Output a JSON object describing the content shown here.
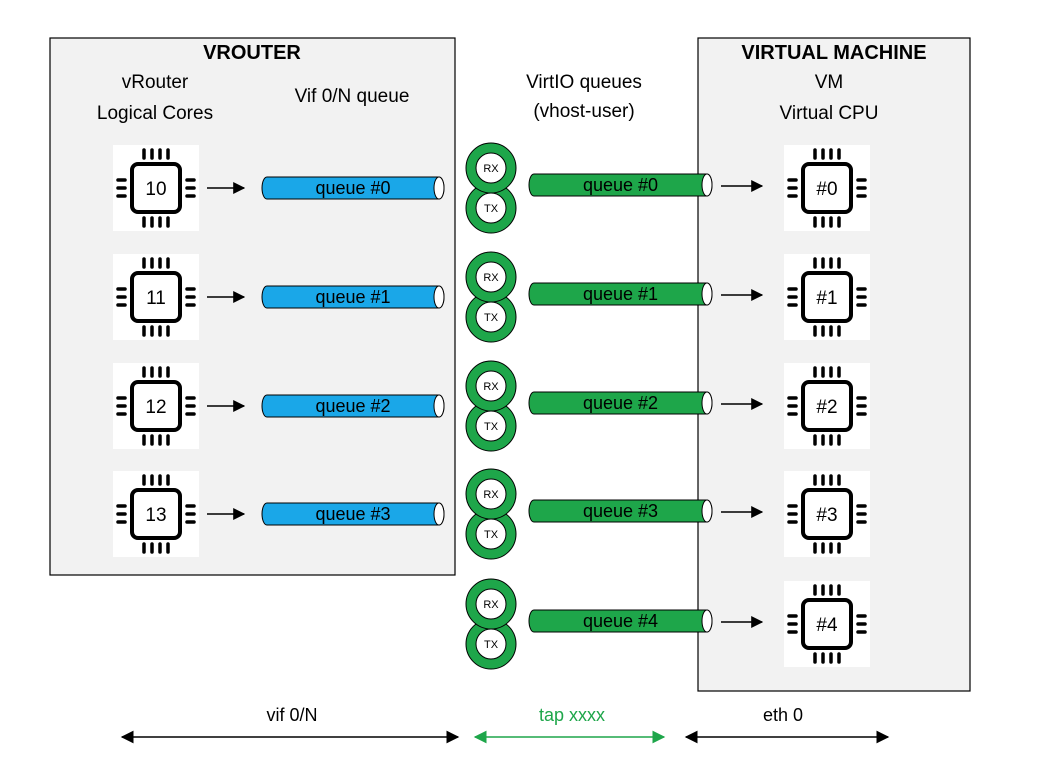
{
  "vrouter": {
    "title": "VROUTER",
    "cores_label_line1": "vRouter",
    "cores_label_line2": "Logical Cores",
    "queue_column_label": "Vif 0/N queue",
    "cores": [
      "10",
      "11",
      "12",
      "13"
    ],
    "queues": [
      "queue #0",
      "queue #1",
      "queue #2",
      "queue #3"
    ]
  },
  "virtio": {
    "label_line1": "VirtIO queues",
    "label_line2": "(vhost-user)",
    "rx_label": "RX",
    "tx_label": "TX",
    "queues": [
      "queue #0",
      "queue #1",
      "queue #2",
      "queue #3",
      "queue #4"
    ]
  },
  "vm": {
    "title": "VIRTUAL MACHINE",
    "label_line1": "VM",
    "label_line2": "Virtual CPU",
    "cpus": [
      "#0",
      "#1",
      "#2",
      "#3",
      "#4"
    ]
  },
  "bottom": {
    "vif_label": "vif 0/N",
    "tap_label": "tap xxxx",
    "eth_label": "eth 0"
  },
  "colors": {
    "box_fill": "#f2f2f2",
    "vrouter_queue": "#1aa7e8",
    "virtio_queue": "#1ea64a",
    "tap_arrow": "#1ea64a"
  }
}
